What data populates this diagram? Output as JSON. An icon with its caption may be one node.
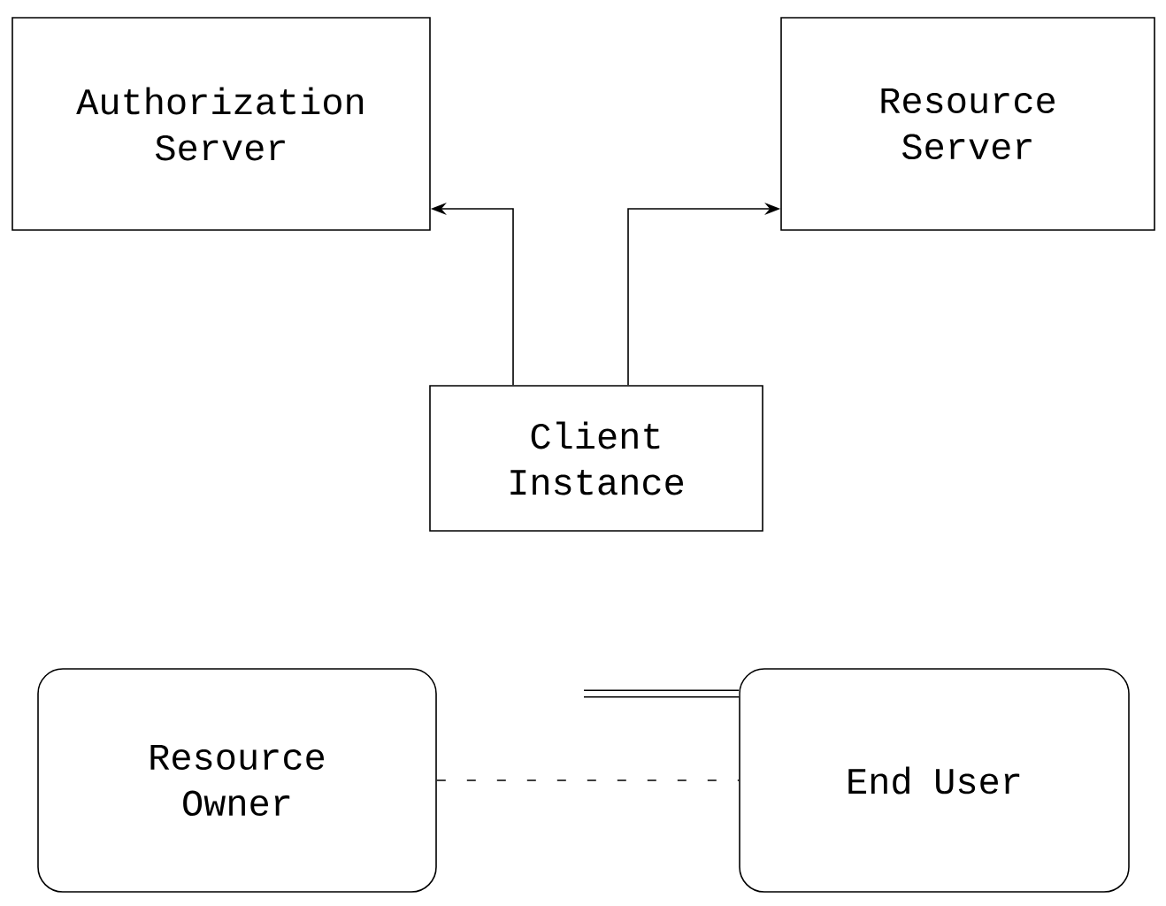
{
  "diagram": {
    "nodes": [
      {
        "text": [
          "Authorization Server"
        ]
      },
      {
        "text": [
          "Resource Server"
        ]
      },
      {
        "text": [
          "Client Instance"
        ]
      },
      {
        "text": [
          "Resource Owner"
        ]
      },
      {
        "text": [
          "End User"
        ]
      }
    ],
    "edges": [
      {
        "from": 2,
        "to": 0,
        "arrow": "to"
      },
      {
        "from": 2,
        "to": 1,
        "arrow": "to"
      },
      {
        "from": 3,
        "to": 4,
        "arrow": "none",
        "style": "dashed"
      },
      {
        "from": null,
        "to": 4,
        "arrow": "none",
        "style": "thick"
      }
    ]
  }
}
